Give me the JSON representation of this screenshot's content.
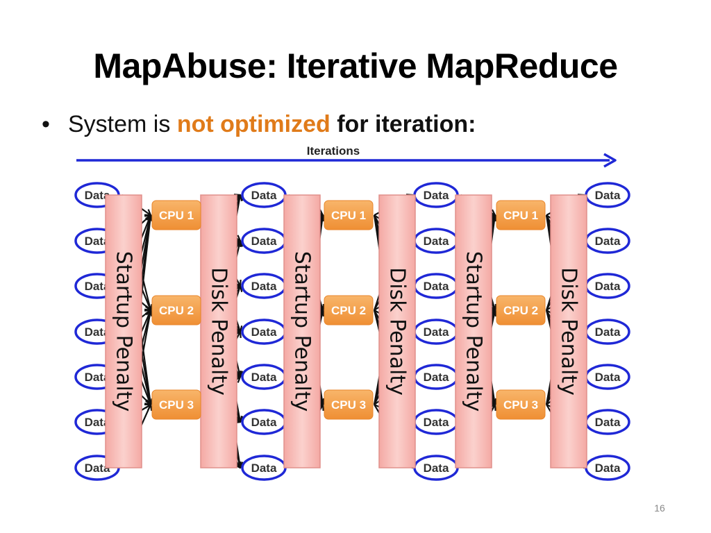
{
  "slide": {
    "title": "MapAbuse: Iterative MapReduce",
    "bullet_prefix": "System is ",
    "bullet_highlight": "not optimized",
    "bullet_suffix": " for iteration:",
    "page_number": "16"
  },
  "diagram": {
    "iterations_label": "Iterations",
    "data_label": "Data",
    "data_columns": 4,
    "data_rows": 7,
    "cpu_labels": [
      "CPU 1",
      "CPU 2",
      "CPU 3"
    ],
    "penalties": [
      {
        "label": "Startup Penalty",
        "kind": "startup"
      },
      {
        "label": "Disk Penalty",
        "kind": "disk"
      },
      {
        "label": "Startup Penalty",
        "kind": "startup"
      },
      {
        "label": "Disk Penalty",
        "kind": "disk"
      },
      {
        "label": "Startup Penalty",
        "kind": "startup"
      },
      {
        "label": "Disk Penalty",
        "kind": "disk"
      }
    ],
    "colors": {
      "data_stroke": "#1f28d6",
      "arrow_blue": "#1f28d6",
      "cpu_fill": "#f5a04a",
      "penalty_fill": "#f7b7b3",
      "penalty_stroke": "#e0908b",
      "connector": "#111111"
    }
  }
}
